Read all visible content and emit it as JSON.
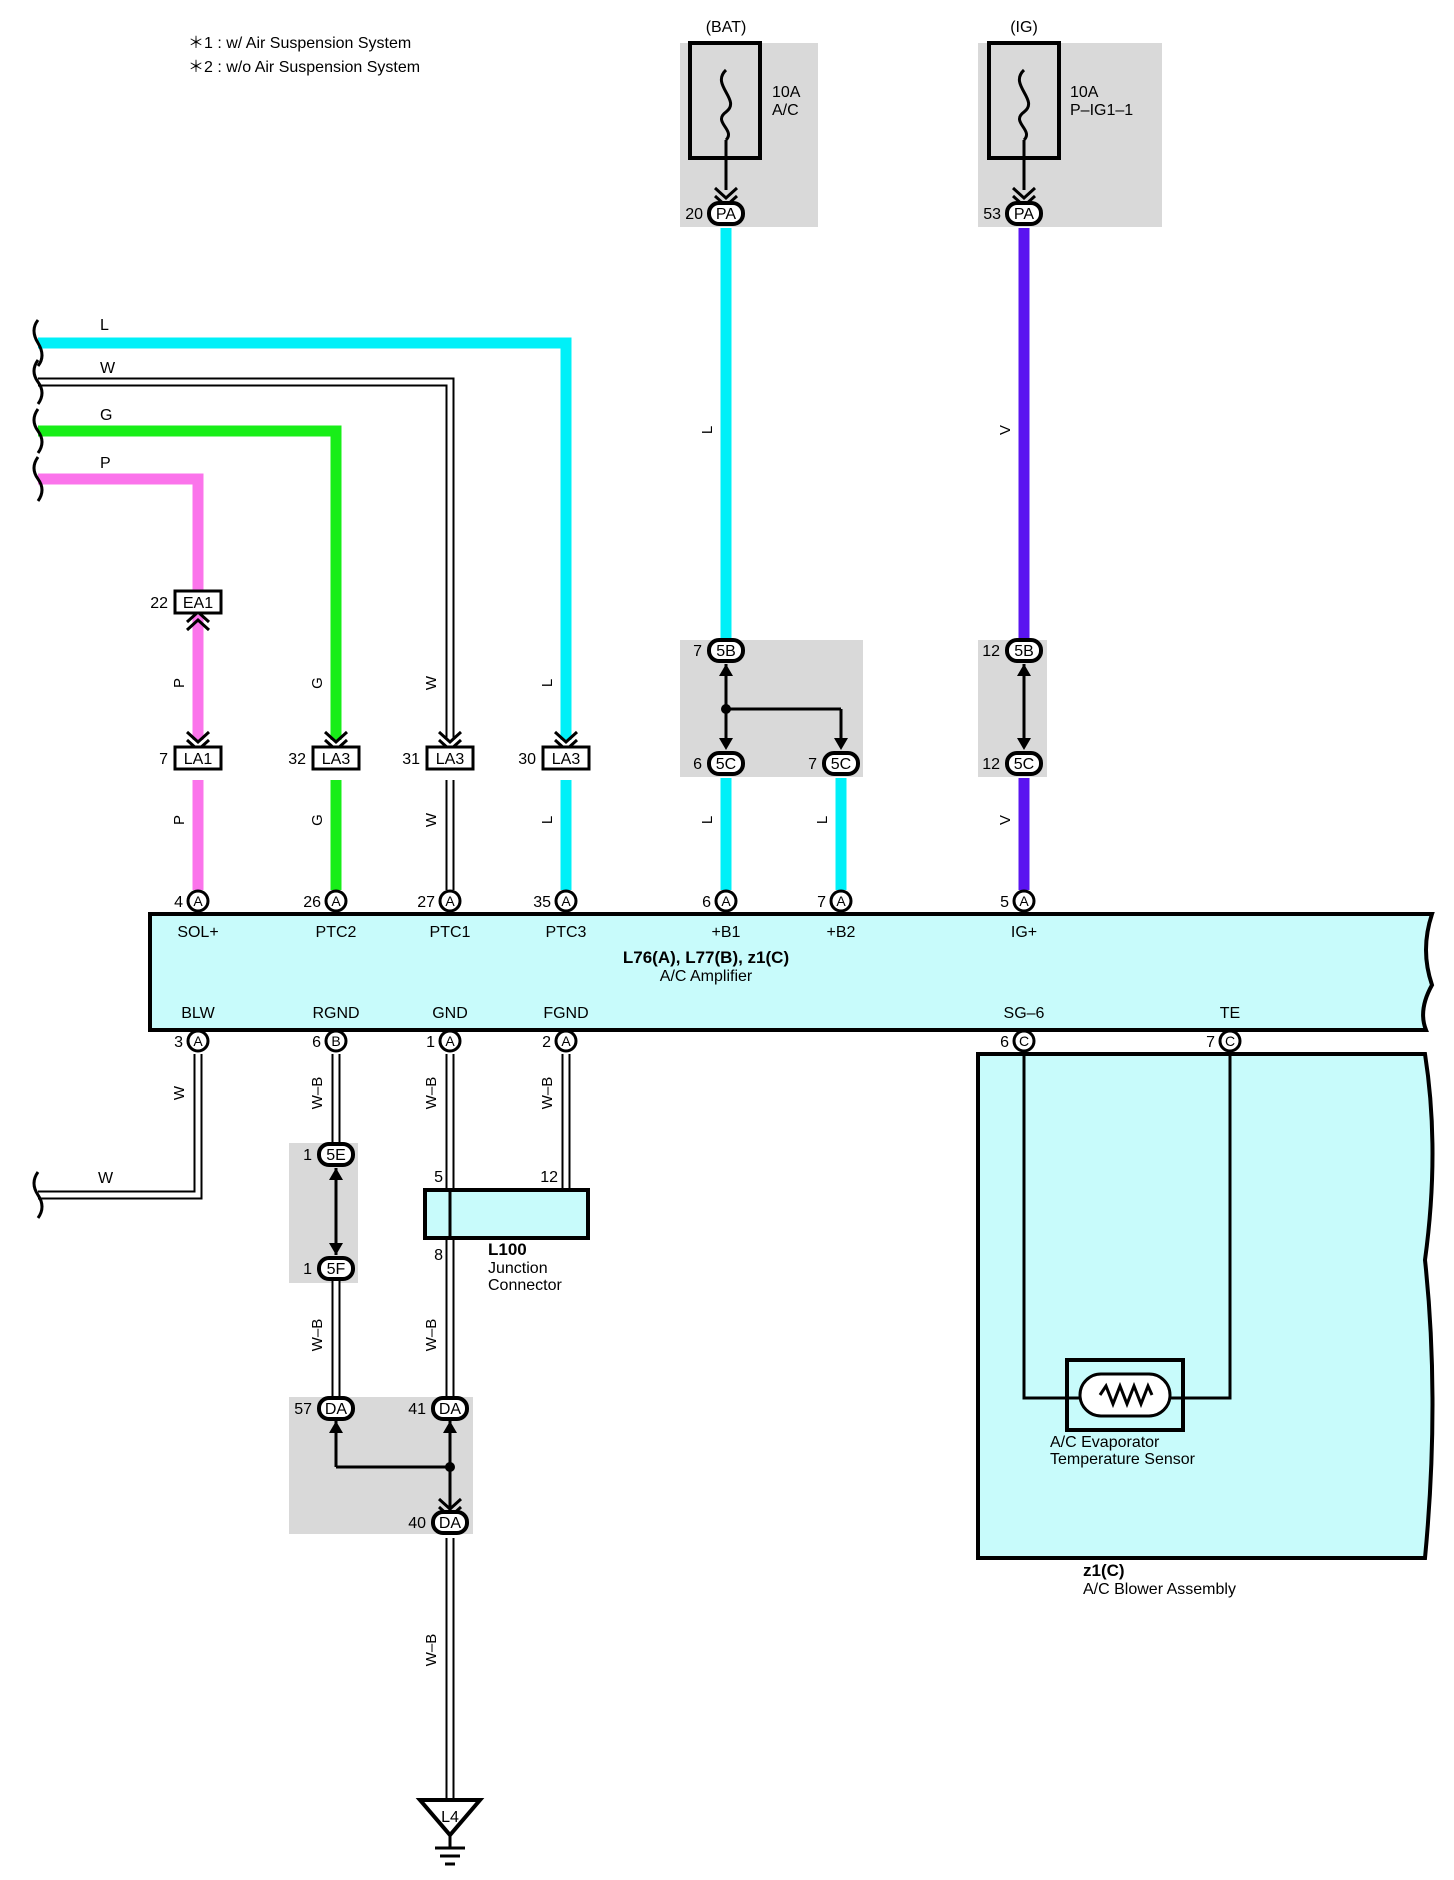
{
  "notes": [
    "＊1 : w/ Air Suspension System",
    "＊2 : w/o Air Suspension System"
  ],
  "colors": {
    "L": "#00f0f8",
    "V": "#5a14f0",
    "G": "#18ee18",
    "P": "#fb74eb",
    "W": "#ffffff",
    "panel": "#d9d9d9",
    "ecu": "#c8fbfb"
  },
  "fuses": [
    {
      "source": "(BAT)",
      "rating": "10A",
      "name": "A/C",
      "pin": "20",
      "conn": "PA"
    },
    {
      "source": "(IG)",
      "rating": "10A",
      "name": "P–IG1–1",
      "pin": "53",
      "conn": "PA"
    }
  ],
  "left_wire_labels": [
    "L",
    "W",
    "G",
    "P"
  ],
  "lower_left_wire_label": "W",
  "connectors": {
    "ea1": {
      "pin": "22",
      "name": "EA1"
    },
    "la1": {
      "pin": "7",
      "name": "LA1"
    },
    "la3_a": {
      "pin": "32",
      "name": "LA3"
    },
    "la3_b": {
      "pin": "31",
      "name": "LA3"
    },
    "la3_c": {
      "pin": "30",
      "name": "LA3"
    },
    "b5_top": {
      "pin": "7",
      "name": "5B"
    },
    "c5_a": {
      "pin": "6",
      "name": "5C"
    },
    "c5_b": {
      "pin": "7",
      "name": "5C"
    },
    "b5_ig": {
      "pin": "12",
      "name": "5B"
    },
    "c5_ig": {
      "pin": "12",
      "name": "5C"
    },
    "e5": {
      "pin": "1",
      "name": "5E"
    },
    "f5": {
      "pin": "1",
      "name": "5F"
    },
    "da57": {
      "pin": "57",
      "name": "DA"
    },
    "da41": {
      "pin": "41",
      "name": "DA"
    },
    "da40": {
      "pin": "40",
      "name": "DA"
    }
  },
  "wire_colors": {
    "p1": "P",
    "p2": "P",
    "g1": "G",
    "g2": "G",
    "w1": "W",
    "w2": "W",
    "l1": "L",
    "l2": "L",
    "lbat": "L",
    "v1": "V",
    "l5c1": "L",
    "l5c2": "L",
    "v2": "V",
    "blw": "W",
    "rgnd1": "W–B",
    "gnd1": "W–B",
    "fgnd1": "W–B",
    "rgnd2": "W–B",
    "gnd2": "W–B",
    "gnd3": "W–B"
  },
  "ecu": {
    "title": "L76(A), L77(B), z1(C)",
    "subtitle": "A/C Amplifier",
    "top_terminals": [
      {
        "label": "SOL+",
        "pin": "4",
        "conn": "A"
      },
      {
        "label": "PTC2",
        "pin": "26",
        "conn": "A"
      },
      {
        "label": "PTC1",
        "pin": "27",
        "conn": "A"
      },
      {
        "label": "PTC3",
        "pin": "35",
        "conn": "A"
      },
      {
        "label": "+B1",
        "pin": "6",
        "conn": "A"
      },
      {
        "label": "+B2",
        "pin": "7",
        "conn": "A"
      },
      {
        "label": "IG+",
        "pin": "5",
        "conn": "A"
      }
    ],
    "bottom_terminals": [
      {
        "label": "BLW",
        "pin": "3",
        "conn": "A"
      },
      {
        "label": "RGND",
        "pin": "6",
        "conn": "B"
      },
      {
        "label": "GND",
        "pin": "1",
        "conn": "A"
      },
      {
        "label": "FGND",
        "pin": "2",
        "conn": "A"
      },
      {
        "label": "SG–6",
        "pin": "6",
        "conn": "C"
      },
      {
        "label": "TE",
        "pin": "7",
        "conn": "C"
      }
    ]
  },
  "junction": {
    "name": "L100",
    "line1": "Junction",
    "line2": "Connector",
    "pin5": "5",
    "pin12": "12",
    "pin8": "8"
  },
  "sensor": {
    "line1": "A/C Evaporator",
    "line2": "Temperature Sensor"
  },
  "blower": {
    "name": "z1(C)",
    "desc": "A/C Blower Assembly"
  },
  "ground": {
    "name": "L4"
  }
}
